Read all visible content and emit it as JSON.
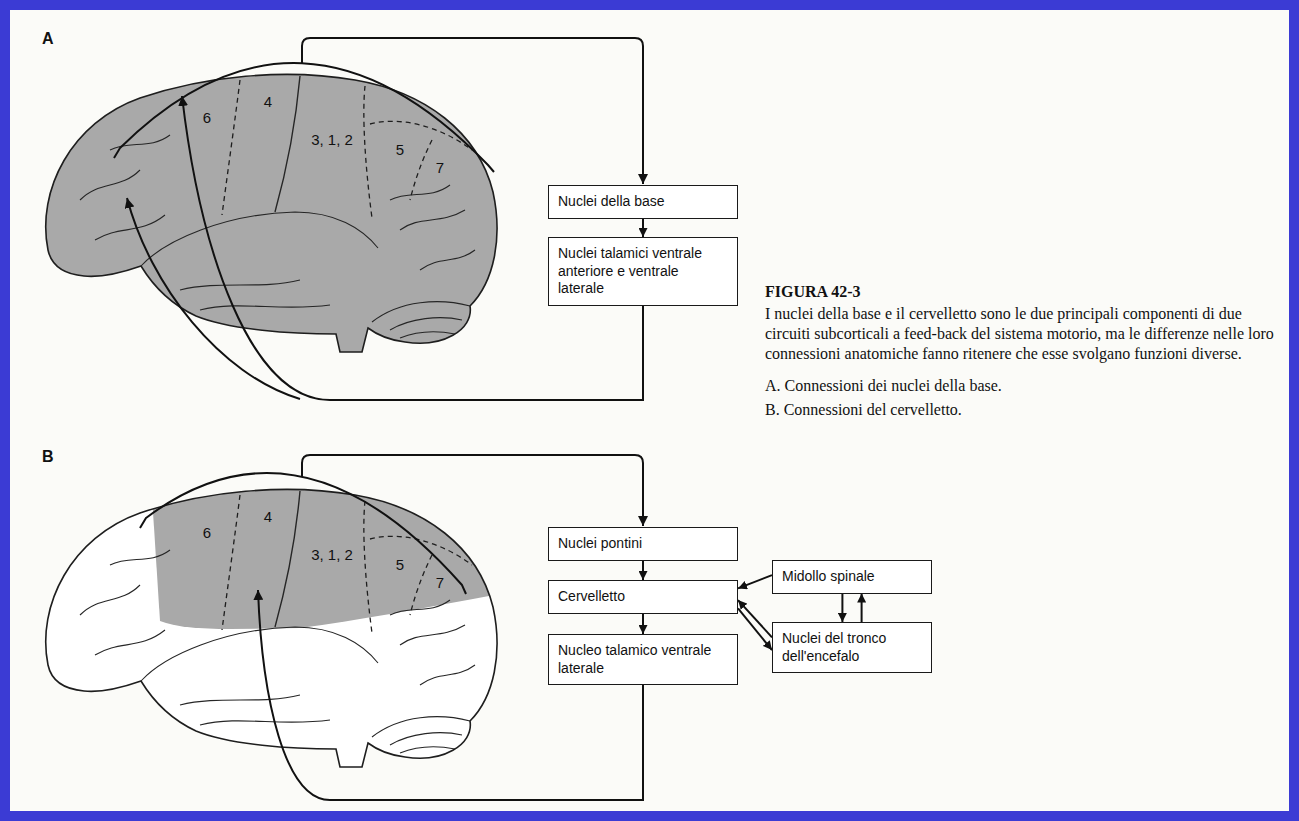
{
  "diagram": {
    "title": "FIGURA 42-3",
    "caption": "I nuclei della base e il cervelletto sono le due principali componenti di due circuiti subcorticali a feed-back del sistema motorio, ma le differenze nelle loro connessioni anatomiche fanno ritenere che esse svolgano funzioni diverse.",
    "nodes": [
      {
        "text": [
          "Nuclei della base"
        ]
      },
      {
        "text": [
          "Nuclei talamici ventrale anteriore e ventrale laterale"
        ]
      },
      {
        "text": [
          "Nuclei pontini"
        ]
      },
      {
        "text": [
          "Cervelletto"
        ]
      },
      {
        "text": [
          "Midollo spinale"
        ]
      },
      {
        "text": [
          "Nuclei del tronco dell'encefalo"
        ]
      },
      {
        "text": [
          "Nucleo talamico ventrale laterale"
        ]
      }
    ],
    "edges": [
      {
        "from": 0,
        "to": 1,
        "arrow": "to"
      },
      {
        "from": 2,
        "to": 3,
        "arrow": "to"
      },
      {
        "from": 3,
        "to": 6,
        "arrow": "to"
      },
      {
        "from": 4,
        "to": 3,
        "arrow": "to"
      },
      {
        "from": 5,
        "to": 3,
        "arrow": "to"
      },
      {
        "from": 3,
        "to": 5,
        "arrow": "to"
      },
      {
        "from": 4,
        "to": 5,
        "arrow": "to"
      },
      {
        "from": 5,
        "to": 4,
        "arrow": "to"
      }
    ],
    "labels": [
      "A",
      "6",
      "4",
      "3, 1, 2",
      "5",
      "7",
      "B",
      "6",
      "4",
      "3, 1, 2",
      "5",
      "7",
      "A. Connessioni dei nuclei della base.",
      "B. Connessioni del cervelletto."
    ]
  }
}
